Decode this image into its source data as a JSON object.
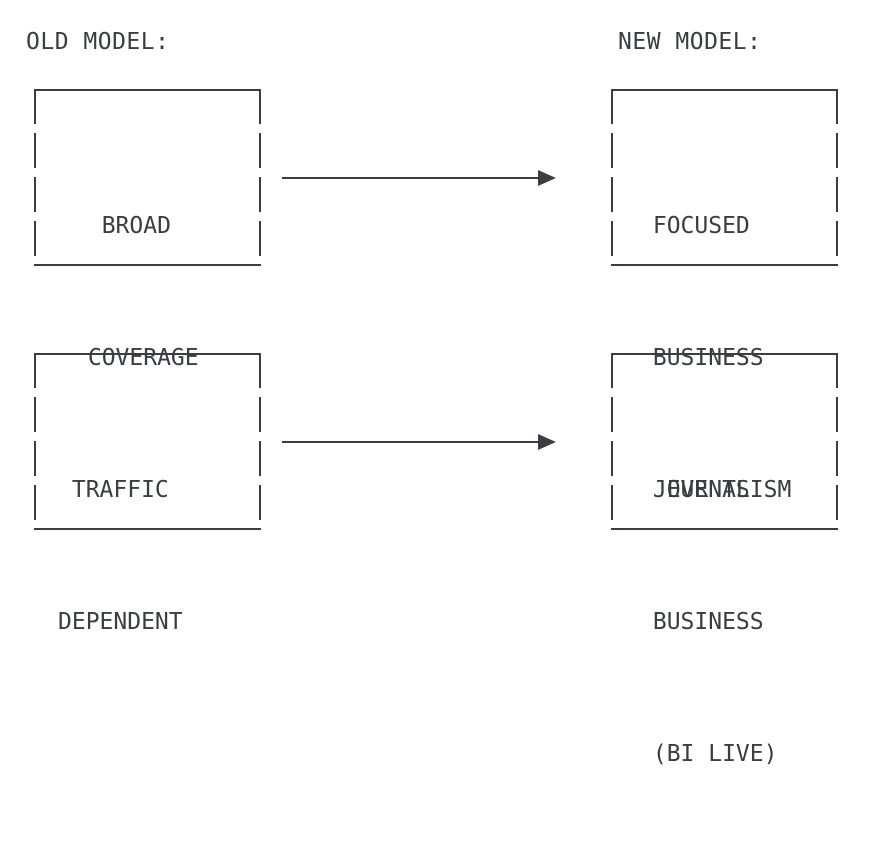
{
  "headings": {
    "old": "OLD MODEL:",
    "new": "NEW MODEL:"
  },
  "rows": [
    {
      "old_box": {
        "lines": [
          "  BROAD",
          " COVERAGE",
          ""
        ]
      },
      "new_box": {
        "lines": [
          " FOCUSED",
          " BUSINESS",
          " JOURNALISM"
        ]
      }
    },
    {
      "old_box": {
        "lines": [
          " TRAFFIC",
          "DEPENDENT",
          ""
        ]
      },
      "new_box": {
        "lines": [
          "  EVENTS",
          " BUSINESS",
          " (BI LIVE)"
        ]
      }
    }
  ],
  "colors": {
    "ink": "#3a3d42",
    "background": "#ffffff"
  }
}
